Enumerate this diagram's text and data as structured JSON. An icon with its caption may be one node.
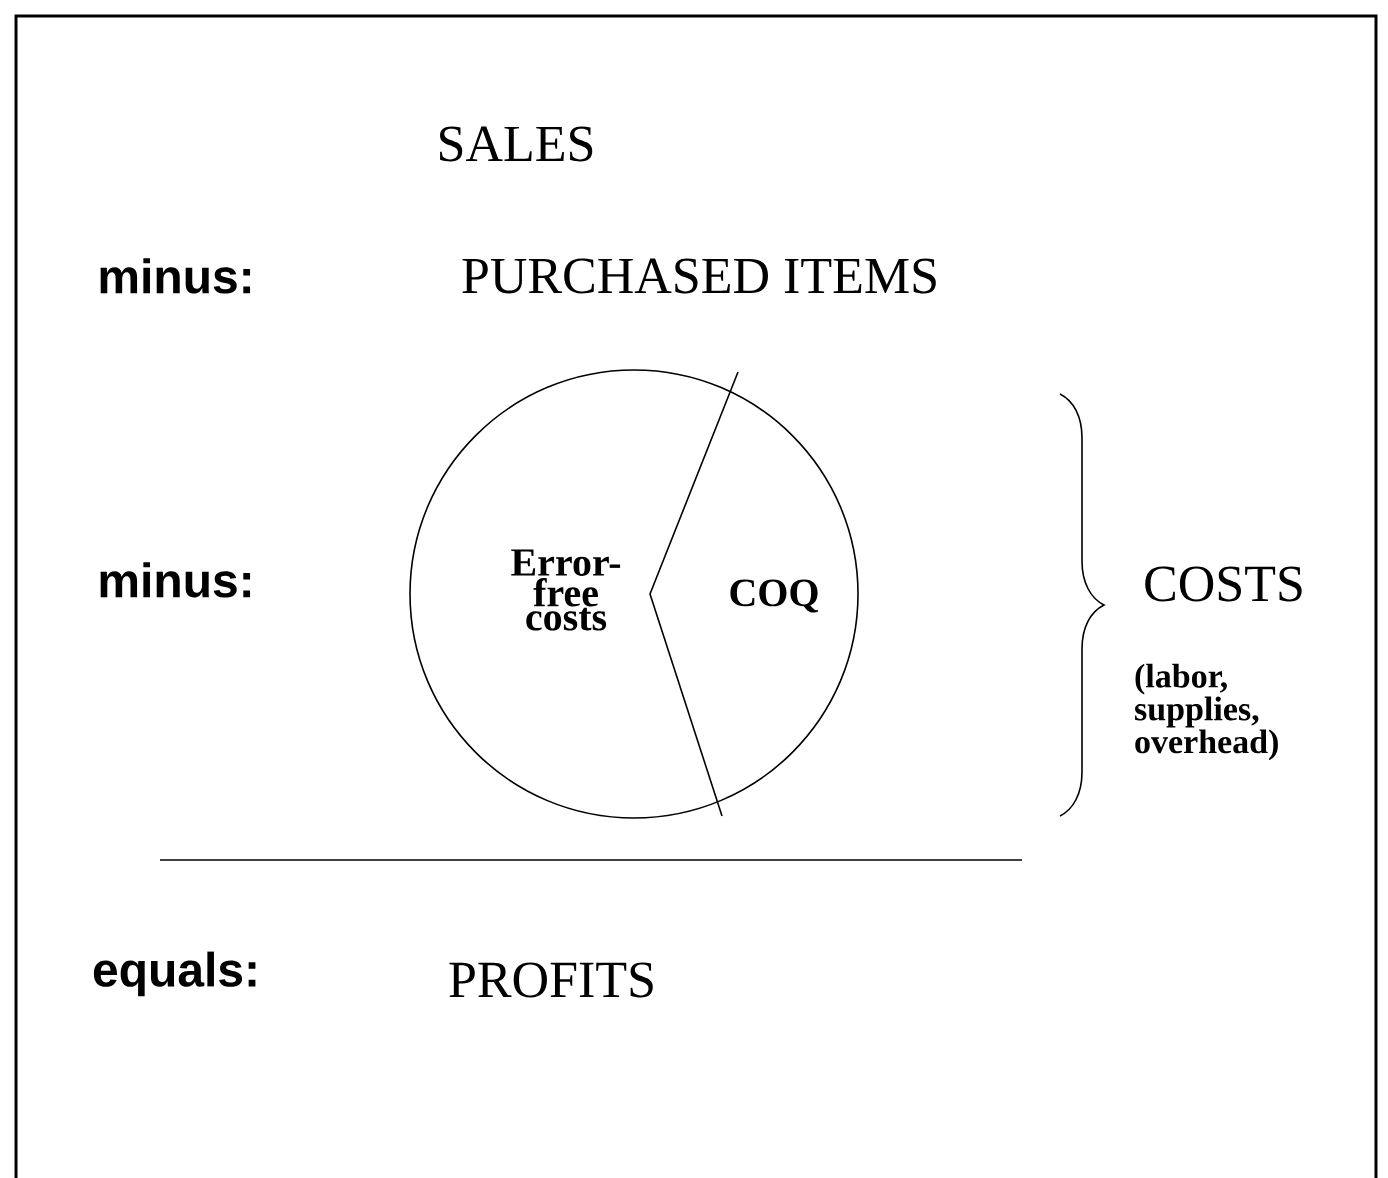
{
  "diagram": {
    "nodes": [
      {
        "text": [
          "Error-free costs",
          "COQ"
        ]
      }
    ],
    "labels": [
      "SALES",
      "minus:",
      "PURCHASED ITEMS",
      "minus:",
      "COSTS",
      "(labor, supplies, overhead)",
      "equals:",
      "PROFITS"
    ]
  }
}
